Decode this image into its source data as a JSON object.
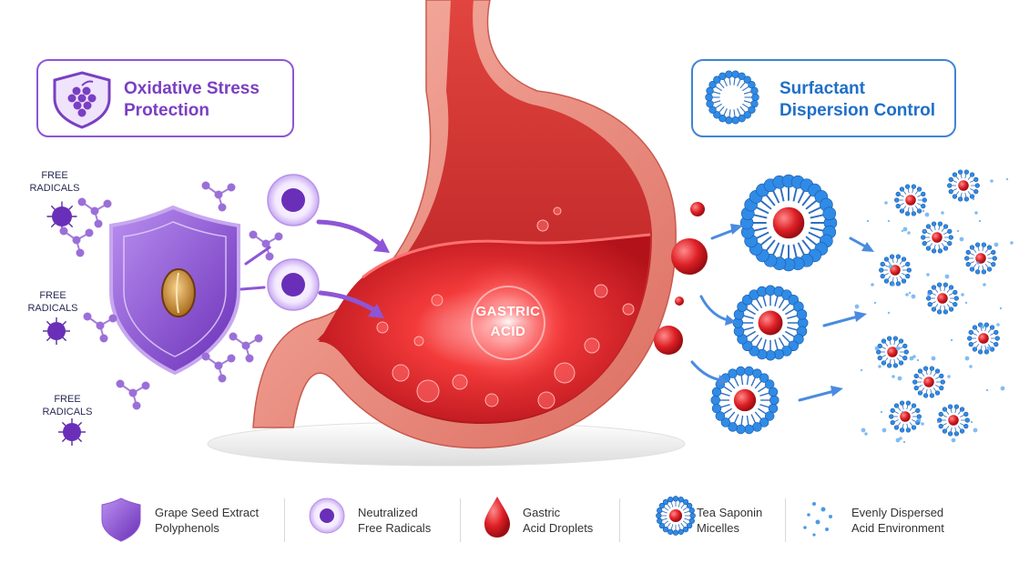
{
  "panels": {
    "left": {
      "title_line1": "Oxidative Stress",
      "title_line2": "Protection",
      "icon": "grape-shield-icon",
      "color": "#7a3fc2"
    },
    "right": {
      "title_line1": "Surfactant",
      "title_line2": "Dispersion Control",
      "icon": "micelle-icon",
      "color": "#1f6fc7"
    }
  },
  "free_radical_labels": [
    {
      "line1": "FREE",
      "line2": "RADICALS"
    },
    {
      "line1": "FREE",
      "line2": "RADICALS"
    },
    {
      "line1": "FREE",
      "line2": "RADICALS"
    }
  ],
  "center": {
    "line1": "GASTRIC",
    "line2": "ACID"
  },
  "legend": [
    {
      "icon": "shield-icon",
      "line1": "Grape Seed Extract",
      "line2": "Polyphenols"
    },
    {
      "icon": "neutralized-radical-icon",
      "line1": "Neutralized",
      "line2": "Free Radicals"
    },
    {
      "icon": "acid-droplet-icon",
      "line1": "Gastric",
      "line2": "Acid Droplets"
    },
    {
      "icon": "micelle-icon",
      "line1": "Tea Saponin",
      "line2": "Micelles"
    },
    {
      "icon": "dispersed-particles-icon",
      "line1": "Evenly Dispersed",
      "line2": "Acid Environment"
    }
  ],
  "colors": {
    "purple": "#7a3fc2",
    "blue": "#1f6fc7",
    "red": "#d81f26",
    "stomach": "#e8887a"
  }
}
